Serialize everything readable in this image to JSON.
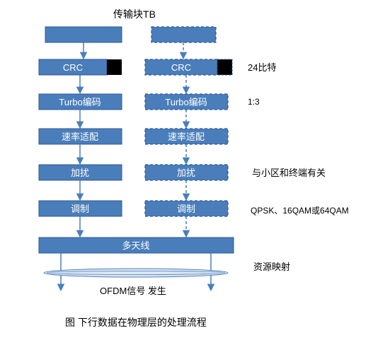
{
  "title": "传输块TB",
  "caption": "图 下行数据在物理层的处理流程",
  "steps": [
    {
      "left": "",
      "right": ""
    },
    {
      "left": "CRC",
      "right": "CRC"
    },
    {
      "left": "Turbo编码",
      "right": "Turbo编码"
    },
    {
      "left": "速率适配",
      "right": "速率适配"
    },
    {
      "left": "加扰",
      "right": "加扰"
    },
    {
      "left": "调制",
      "right": "调制"
    }
  ],
  "multi_antenna": "多天线",
  "ofdm_label": "OFDM信号 发生",
  "notes": {
    "crc": "24比特",
    "coding": "1:3",
    "scrambling": "与小区和终端有关",
    "modulation": "QPSK、16QAM或64QAM",
    "mapping": "资源映射"
  },
  "colors": {
    "box_fill": "#4a7ebb",
    "box_stroke": "#2f5597",
    "crc_block": "#000000",
    "arrow": "#4a7ebb",
    "ellipse": "#4a7ebb"
  }
}
